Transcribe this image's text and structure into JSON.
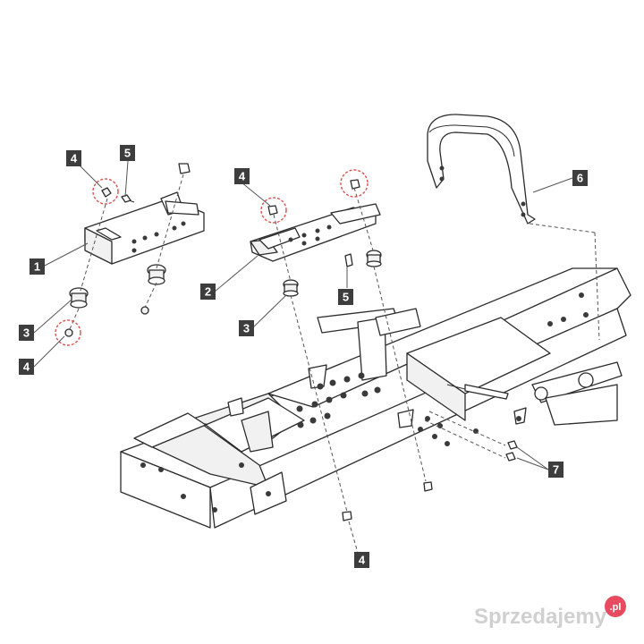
{
  "callouts": [
    {
      "label": "1"
    },
    {
      "label": "2"
    },
    {
      "label": "3"
    },
    {
      "label": "3"
    },
    {
      "label": "4"
    },
    {
      "label": "4"
    },
    {
      "label": "4"
    },
    {
      "label": "4"
    },
    {
      "label": "5"
    },
    {
      "label": "5"
    },
    {
      "label": "6"
    },
    {
      "label": "7"
    }
  ],
  "watermark": {
    "text": "Sprzedajemy",
    "suffix": ".pl"
  },
  "colors": {
    "line": "#2b2b2b",
    "callout_box": "#3d3d3d",
    "highlight_circle": "#d9534f",
    "watermark": "#d0d0d0",
    "watermark_badge": "#e84a5f"
  }
}
